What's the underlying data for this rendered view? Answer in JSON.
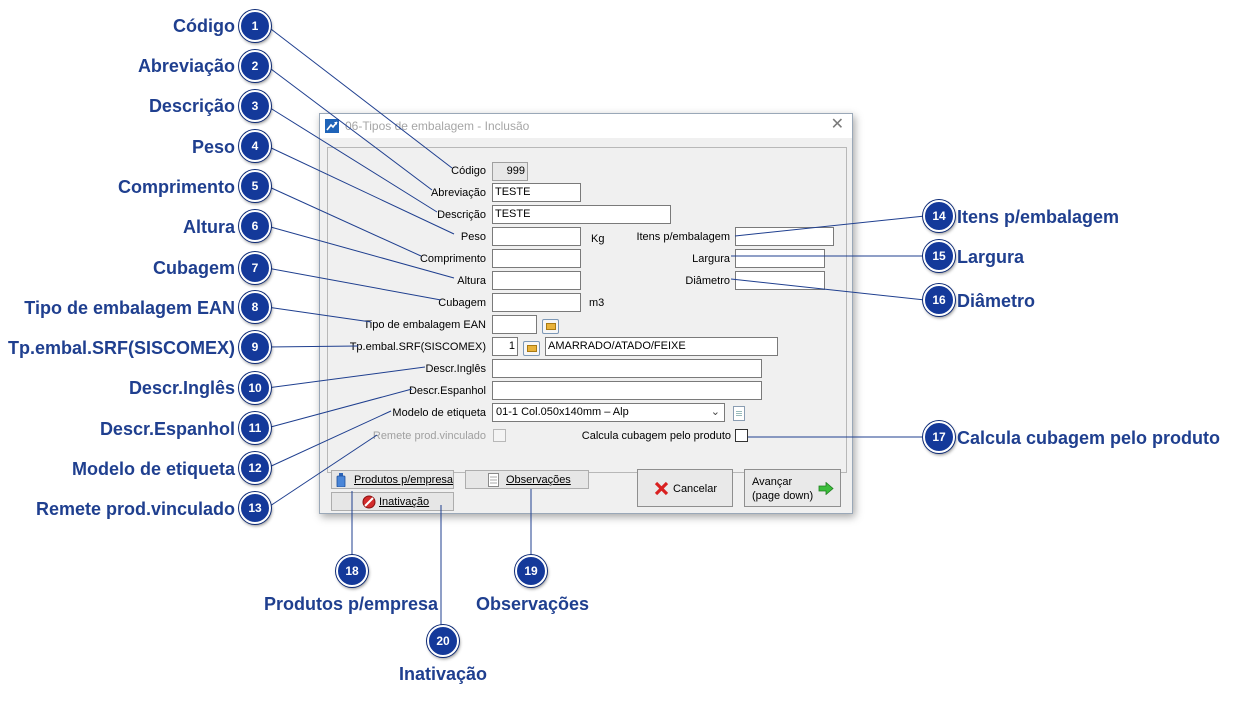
{
  "window": {
    "title": "06-Tipos de embalagem - Inclusão",
    "close_glyph": "✕"
  },
  "form": {
    "codigo": {
      "label": "Código",
      "value": "999"
    },
    "abreviacao": {
      "label": "Abreviação",
      "value": "TESTE"
    },
    "descricao": {
      "label": "Descrição",
      "value": "TESTE"
    },
    "peso": {
      "label": "Peso",
      "value": "",
      "unit": "Kg"
    },
    "comprimento": {
      "label": "Comprimento",
      "value": ""
    },
    "altura": {
      "label": "Altura",
      "value": ""
    },
    "cubagem": {
      "label": "Cubagem",
      "value": "",
      "unit": "m3"
    },
    "tipo_ean": {
      "label": "Tipo de embalagem EAN",
      "value": ""
    },
    "srf": {
      "label": "Tp.embal.SRF(SISCOMEX)",
      "code": "1",
      "description": "AMARRADO/ATADO/FEIXE"
    },
    "descr_ingles": {
      "label": "Descr.Inglês",
      "value": ""
    },
    "descr_espanhol": {
      "label": "Descr.Espanhol",
      "value": ""
    },
    "modelo_etiqueta": {
      "label": "Modelo de etiqueta",
      "value": "01-1 Col.050x140mm – Alp"
    },
    "remete": {
      "label": "Remete prod.vinculado",
      "checked": false,
      "enabled": false
    },
    "itens": {
      "label": "Itens p/embalagem",
      "value": ""
    },
    "largura": {
      "label": "Largura",
      "value": ""
    },
    "diametro": {
      "label": "Diâmetro",
      "value": ""
    },
    "calcula": {
      "label": "Calcula cubagem pelo produto",
      "checked": false
    }
  },
  "buttons": {
    "produtos": "Produtos p/empresa",
    "observacoes": "Observações",
    "inativacao": "Inativação",
    "cancelar": "Cancelar",
    "avancar_line1": "Avançar",
    "avancar_line2": "(page down)"
  },
  "callouts": [
    {
      "n": "1",
      "text": "Código"
    },
    {
      "n": "2",
      "text": "Abreviação"
    },
    {
      "n": "3",
      "text": "Descrição"
    },
    {
      "n": "4",
      "text": "Peso"
    },
    {
      "n": "5",
      "text": "Comprimento"
    },
    {
      "n": "6",
      "text": "Altura"
    },
    {
      "n": "7",
      "text": "Cubagem"
    },
    {
      "n": "8",
      "text": "Tipo de embalagem EAN"
    },
    {
      "n": "9",
      "text": "Tp.embal.SRF(SISCOMEX)"
    },
    {
      "n": "10",
      "text": "Descr.Inglês"
    },
    {
      "n": "11",
      "text": "Descr.Espanhol"
    },
    {
      "n": "12",
      "text": "Modelo de etiqueta"
    },
    {
      "n": "13",
      "text": "Remete prod.vinculado"
    },
    {
      "n": "14",
      "text": "Itens p/embalagem"
    },
    {
      "n": "15",
      "text": "Largura"
    },
    {
      "n": "16",
      "text": "Diâmetro"
    },
    {
      "n": "17",
      "text": "Calcula cubagem pelo produto"
    },
    {
      "n": "18",
      "text": "Produtos p/empresa"
    },
    {
      "n": "19",
      "text": "Observações"
    },
    {
      "n": "20",
      "text": "Inativação"
    }
  ],
  "colors": {
    "callout_badge": "#14399a",
    "callout_text": "#1f3f8f",
    "leader_line": "#1f3f8f"
  }
}
